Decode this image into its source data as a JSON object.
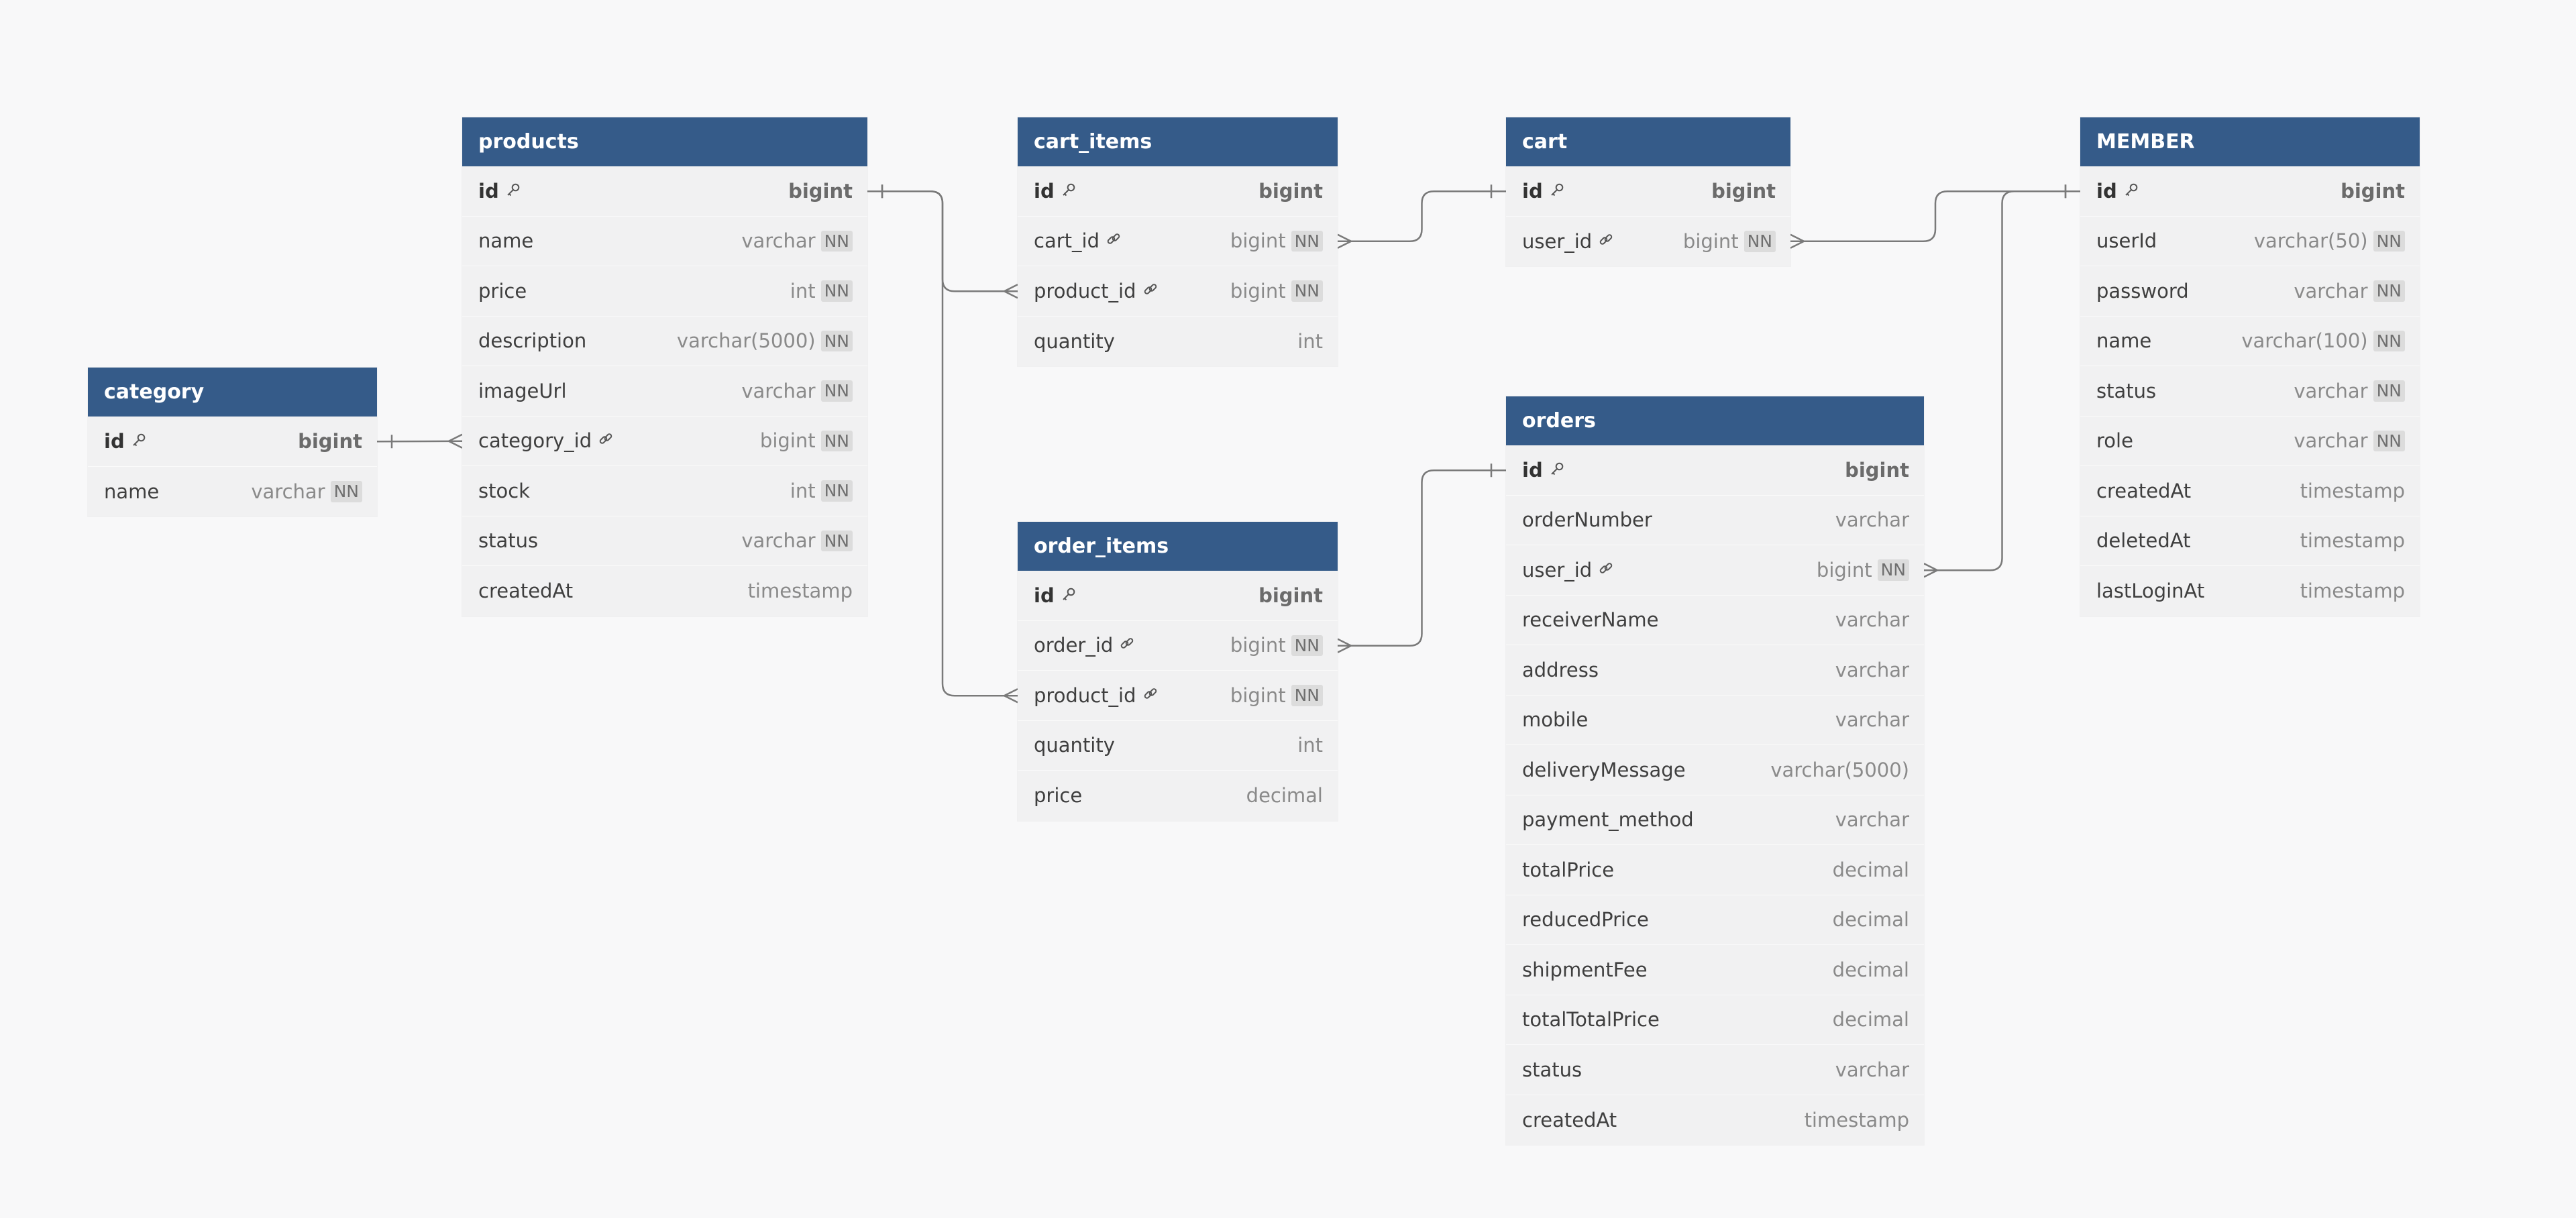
{
  "tables": [
    {
      "id": "products",
      "name": "products",
      "columns": [
        {
          "name": "id",
          "type": "bigint",
          "pk": true,
          "nn": false,
          "fk": false
        },
        {
          "name": "name",
          "type": "varchar",
          "pk": false,
          "nn": true,
          "fk": false
        },
        {
          "name": "price",
          "type": "int",
          "pk": false,
          "nn": true,
          "fk": false
        },
        {
          "name": "description",
          "type": "varchar(5000)",
          "pk": false,
          "nn": true,
          "fk": false
        },
        {
          "name": "imageUrl",
          "type": "varchar",
          "pk": false,
          "nn": true,
          "fk": false
        },
        {
          "name": "category_id",
          "type": "bigint",
          "pk": false,
          "nn": true,
          "fk": true
        },
        {
          "name": "stock",
          "type": "int",
          "pk": false,
          "nn": true,
          "fk": false
        },
        {
          "name": "status",
          "type": "varchar",
          "pk": false,
          "nn": true,
          "fk": false
        },
        {
          "name": "createdAt",
          "type": "timestamp",
          "pk": false,
          "nn": false,
          "fk": false
        }
      ]
    },
    {
      "id": "cart_items",
      "name": "cart_items",
      "columns": [
        {
          "name": "id",
          "type": "bigint",
          "pk": true,
          "nn": false,
          "fk": false
        },
        {
          "name": "cart_id",
          "type": "bigint",
          "pk": false,
          "nn": true,
          "fk": true
        },
        {
          "name": "product_id",
          "type": "bigint",
          "pk": false,
          "nn": true,
          "fk": true
        },
        {
          "name": "quantity",
          "type": "int",
          "pk": false,
          "nn": false,
          "fk": false
        }
      ]
    },
    {
      "id": "cart",
      "name": "cart",
      "columns": [
        {
          "name": "id",
          "type": "bigint",
          "pk": true,
          "nn": false,
          "fk": false
        },
        {
          "name": "user_id",
          "type": "bigint",
          "pk": false,
          "nn": true,
          "fk": true
        }
      ]
    },
    {
      "id": "member",
      "name": "MEMBER",
      "columns": [
        {
          "name": "id",
          "type": "bigint",
          "pk": true,
          "nn": false,
          "fk": false
        },
        {
          "name": "userId",
          "type": "varchar(50)",
          "pk": false,
          "nn": true,
          "fk": false
        },
        {
          "name": "password",
          "type": "varchar",
          "pk": false,
          "nn": true,
          "fk": false
        },
        {
          "name": "name",
          "type": "varchar(100)",
          "pk": false,
          "nn": true,
          "fk": false
        },
        {
          "name": "status",
          "type": "varchar",
          "pk": false,
          "nn": true,
          "fk": false
        },
        {
          "name": "role",
          "type": "varchar",
          "pk": false,
          "nn": true,
          "fk": false
        },
        {
          "name": "createdAt",
          "type": "timestamp",
          "pk": false,
          "nn": false,
          "fk": false
        },
        {
          "name": "deletedAt",
          "type": "timestamp",
          "pk": false,
          "nn": false,
          "fk": false
        },
        {
          "name": "lastLoginAt",
          "type": "timestamp",
          "pk": false,
          "nn": false,
          "fk": false
        }
      ]
    },
    {
      "id": "category",
      "name": "category",
      "columns": [
        {
          "name": "id",
          "type": "bigint",
          "pk": true,
          "nn": false,
          "fk": false
        },
        {
          "name": "name",
          "type": "varchar",
          "pk": false,
          "nn": true,
          "fk": false
        }
      ]
    },
    {
      "id": "orders",
      "name": "orders",
      "columns": [
        {
          "name": "id",
          "type": "bigint",
          "pk": true,
          "nn": false,
          "fk": false
        },
        {
          "name": "orderNumber",
          "type": "varchar",
          "pk": false,
          "nn": false,
          "fk": false
        },
        {
          "name": "user_id",
          "type": "bigint",
          "pk": false,
          "nn": true,
          "fk": true
        },
        {
          "name": "receiverName",
          "type": "varchar",
          "pk": false,
          "nn": false,
          "fk": false
        },
        {
          "name": "address",
          "type": "varchar",
          "pk": false,
          "nn": false,
          "fk": false
        },
        {
          "name": "mobile",
          "type": "varchar",
          "pk": false,
          "nn": false,
          "fk": false
        },
        {
          "name": "deliveryMessage",
          "type": "varchar(5000)",
          "pk": false,
          "nn": false,
          "fk": false
        },
        {
          "name": "payment_method",
          "type": "varchar",
          "pk": false,
          "nn": false,
          "fk": false
        },
        {
          "name": "totalPrice",
          "type": "decimal",
          "pk": false,
          "nn": false,
          "fk": false
        },
        {
          "name": "reducedPrice",
          "type": "decimal",
          "pk": false,
          "nn": false,
          "fk": false
        },
        {
          "name": "shipmentFee",
          "type": "decimal",
          "pk": false,
          "nn": false,
          "fk": false
        },
        {
          "name": "totalTotalPrice",
          "type": "decimal",
          "pk": false,
          "nn": false,
          "fk": false
        },
        {
          "name": "status",
          "type": "varchar",
          "pk": false,
          "nn": false,
          "fk": false
        },
        {
          "name": "createdAt",
          "type": "timestamp",
          "pk": false,
          "nn": false,
          "fk": false
        }
      ]
    },
    {
      "id": "order_items",
      "name": "order_items",
      "columns": [
        {
          "name": "id",
          "type": "bigint",
          "pk": true,
          "nn": false,
          "fk": false
        },
        {
          "name": "order_id",
          "type": "bigint",
          "pk": false,
          "nn": true,
          "fk": true
        },
        {
          "name": "product_id",
          "type": "bigint",
          "pk": false,
          "nn": true,
          "fk": true
        },
        {
          "name": "quantity",
          "type": "int",
          "pk": false,
          "nn": false,
          "fk": false
        },
        {
          "name": "price",
          "type": "decimal",
          "pk": false,
          "nn": false,
          "fk": false
        }
      ]
    }
  ],
  "relationships": [
    {
      "from_table": "products",
      "from_column": "id",
      "to_table": "cart_items",
      "to_column": "product_id",
      "cardinality": "one-to-many"
    },
    {
      "from_table": "products",
      "from_column": "id",
      "to_table": "order_items",
      "to_column": "product_id",
      "cardinality": "one-to-many"
    },
    {
      "from_table": "cart",
      "from_column": "id",
      "to_table": "cart_items",
      "to_column": "cart_id",
      "cardinality": "one-to-many"
    },
    {
      "from_table": "member",
      "from_column": "id",
      "to_table": "cart",
      "to_column": "user_id",
      "cardinality": "one-to-many"
    },
    {
      "from_table": "member",
      "from_column": "id",
      "to_table": "orders",
      "to_column": "user_id",
      "cardinality": "one-to-many"
    },
    {
      "from_table": "orders",
      "from_column": "id",
      "to_table": "order_items",
      "to_column": "order_id",
      "cardinality": "one-to-many"
    },
    {
      "from_table": "category",
      "from_column": "id",
      "to_table": "products",
      "to_column": "category_id",
      "cardinality": "one-to-many"
    }
  ],
  "labels": {
    "nn_badge": "NN",
    "pk_icon": "key-icon",
    "fk_icon": "link-icon"
  },
  "colors": {
    "header": "#355b89",
    "header_text": "#ffffff",
    "row_bg": "#f1f1f2",
    "canvas_bg": "#f8f8f9",
    "connector": "#7a7a7a"
  }
}
